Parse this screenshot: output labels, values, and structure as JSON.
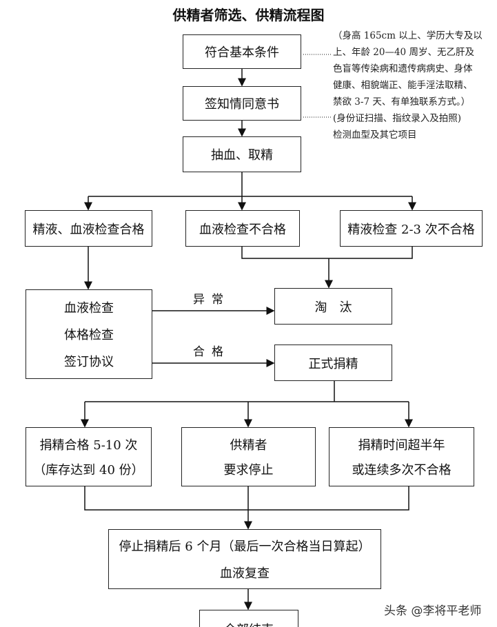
{
  "title": "供精者筛选、供精流程图",
  "boxes": {
    "basic": "符合基本条件",
    "consent": "签知情同意书",
    "draw": "抽血、取精",
    "pass": "精液、血液检查合格",
    "blood_fail": "血液检查不合格",
    "semen_fail": "精液检查 2-3 次不合格",
    "checks": [
      "血液检查",
      "体格检查",
      "签订协议"
    ],
    "eliminate": "淘　汰",
    "donate": "正式捐精",
    "qualified": [
      "捐精合格 5-10 次",
      "（库存达到 40 份）"
    ],
    "request_stop": [
      "供精者",
      "要求停止"
    ],
    "timeout": [
      "捐精时间超半年",
      "或连续多次不合格"
    ],
    "retest": [
      "停止捐精后 6 个月（最后一次合格当日算起）",
      "血液复查"
    ],
    "end": "全部结束"
  },
  "notes": {
    "basic": [
      "（身高 165cm 以上、学历大专及以",
      "上、年龄 20—40 周岁、无乙肝及",
      "色盲等传染病和遗传病病史、身体",
      "健康、相貌端正、能手淫法取精、",
      "禁欲 3-7 天、有单独联系方式。）"
    ],
    "consent": [
      "(身份证扫描、指纹录入及拍照)",
      "检测血型及其它项目"
    ]
  },
  "labels": {
    "abnormal": "异常",
    "qualified": "合格"
  },
  "watermark": "头条 @李将平老师"
}
